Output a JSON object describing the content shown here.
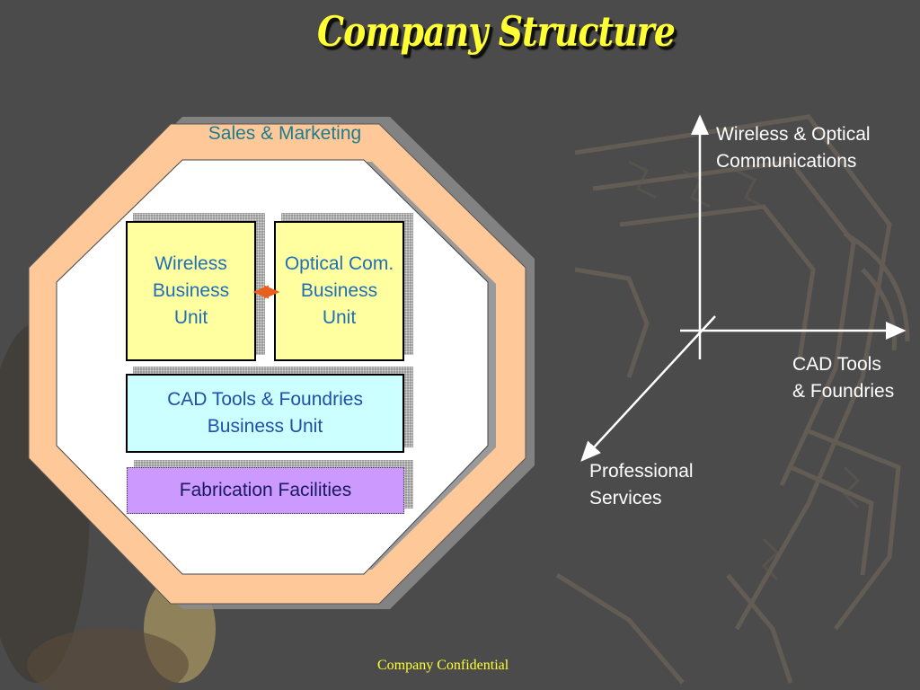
{
  "title": "Company Structure",
  "outer_label": "Sales & Marketing",
  "units": {
    "wireless": [
      "Wireless",
      "Business",
      "Unit"
    ],
    "optical": [
      "Optical Com.",
      "Business",
      "Unit"
    ],
    "cad": [
      "CAD Tools & Foundries",
      "Business Unit"
    ],
    "fabrication": "Fabrication Facilities"
  },
  "axes": {
    "vertical": [
      "Wireless & Optical",
      "Communications"
    ],
    "horizontal": [
      "CAD Tools",
      "& Foundries"
    ],
    "diagonal": [
      "Professional",
      "Services"
    ]
  },
  "footer": "Company Confidential",
  "colors": {
    "background": "#4b4b4b",
    "title": "#ffff33",
    "octagon_outer": "#ffc898",
    "octagon_inner": "#ffffff",
    "business_unit": "#ffffa0",
    "cad_unit": "#ccffff",
    "fabrication": "#cc99ff",
    "sales_label": "#1e7b8c",
    "connector": "#e8601c"
  }
}
